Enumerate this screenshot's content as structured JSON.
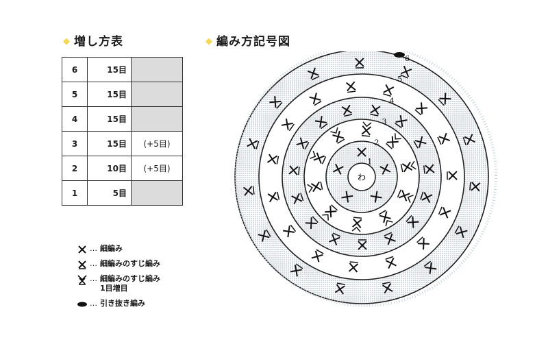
{
  "titles": {
    "table": "増し方表",
    "chart": "編み方記号図"
  },
  "increase_table": [
    {
      "round": "6",
      "stitches": "15目",
      "note": ""
    },
    {
      "round": "5",
      "stitches": "15目",
      "note": ""
    },
    {
      "round": "4",
      "stitches": "15目",
      "note": ""
    },
    {
      "round": "3",
      "stitches": "15目",
      "note": "(+5目)"
    },
    {
      "round": "2",
      "stitches": "10目",
      "note": "(+5目)"
    },
    {
      "round": "1",
      "stitches": "5目",
      "note": ""
    }
  ],
  "chart": {
    "center_label": "わ",
    "round_labels": [
      "1",
      "2",
      "3",
      "4",
      "5",
      "6"
    ],
    "colors": {
      "shade": "#c9d3dd",
      "line": "#1f1f1f"
    }
  },
  "legend": {
    "dots": "…",
    "items": [
      {
        "symbol": "x-icon",
        "line1": "細編み",
        "line2": ""
      },
      {
        "symbol": "x-underline-icon",
        "line1": "細編みのすじ編み",
        "line2": ""
      },
      {
        "symbol": "v-x-icon",
        "line1": "細編みのすじ編み",
        "line2": "1目増目"
      },
      {
        "symbol": "oval-icon",
        "line1": "引き抜き編み",
        "line2": ""
      }
    ]
  }
}
